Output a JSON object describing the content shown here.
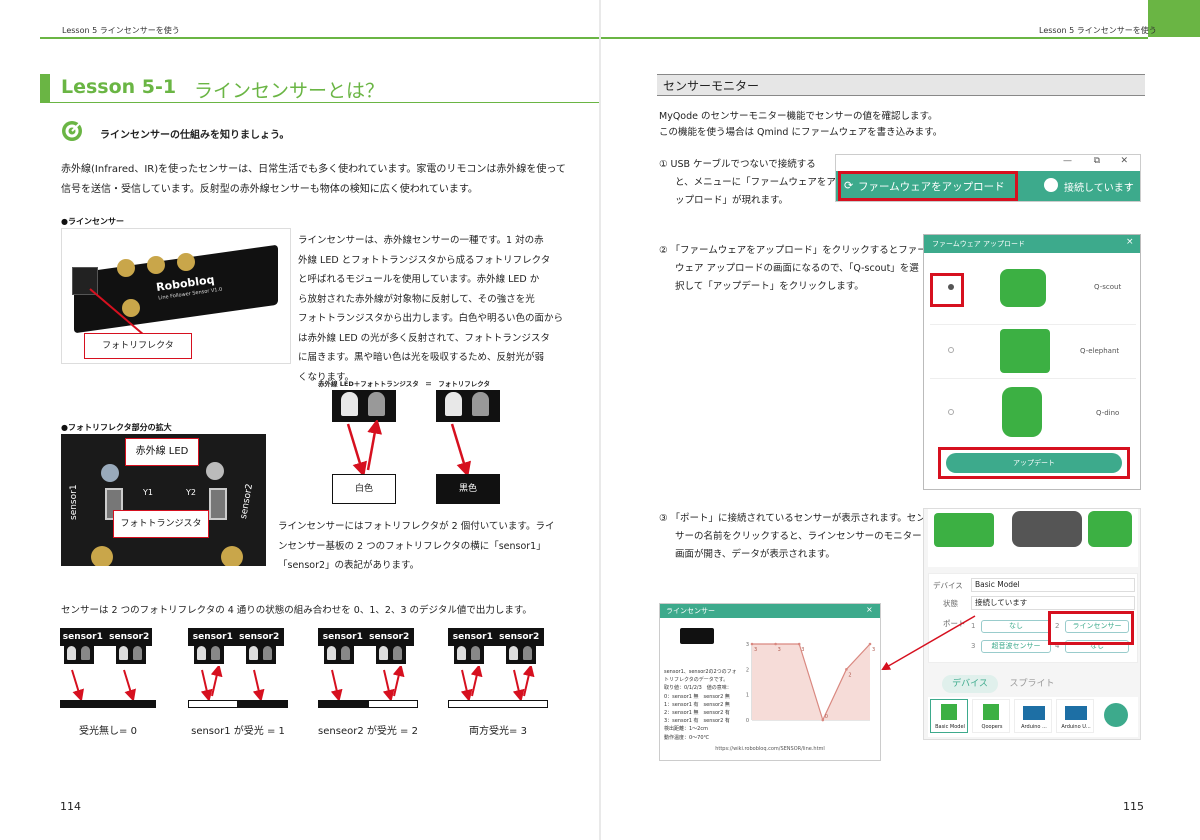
{
  "left": {
    "header": "Lesson 5 ラインセンサーを使う",
    "lesson_no": "Lesson 5-1",
    "lesson_title": "ラインセンサーとは？",
    "goal": "ラインセンサーの仕組みを知りましょう。",
    "intro_l1": "赤外線(Infrared、IR)を使ったセンサーは、日常生活でも多く使われています。家電のリモコンは赤外線を使って",
    "intro_l2": "信号を送信・受信しています。反射型の赤外線センサーも物体の検知に広く使われています。",
    "cap_sensor": "●ラインセンサー",
    "board_brand": "Robobloq",
    "board_sub": "Line Follower Sensor V1.0",
    "callout_photo": "フォトリフレクタ",
    "desc": [
      "ラインセンサーは、赤外線センサーの一種です。1 対の赤",
      "外線 LED とフォトトランジスタから成るフォトリフレクタ",
      "と呼ばれるモジュールを使用しています。赤外線 LED か",
      "ら放射された赤外線が対象物に反射して、その強さを光",
      "フォトトランジスタから出力します。白色や明るい色の面から",
      "は赤外線 LED の光が多く反射されて、フォトトランジスタ",
      "に届きます。黒や暗い色は光を吸収するため、反射光が弱",
      "くなります。"
    ],
    "diagram_title": "赤外線 LED＋フォトトランジスタ　＝　フォトリフレクタ",
    "white_label": "白色",
    "black_label": "黒色",
    "cap_zoom": "●フォトリフレクタ部分の拡大",
    "callout_led": "赤外線 LED",
    "callout_pt": "フォトトランジスタ",
    "zoom_s1": "sensor1",
    "zoom_s2": "sensor2",
    "zoom_y1": "Y1",
    "zoom_y2": "Y2",
    "desc2": [
      "ラインセンサーにはフォトリフレクタが 2 個付いています。ライ",
      "ンセンサー基板の 2 つのフォトリフレクタの横に「sensor1」",
      "「sensor2」の表記があります。"
    ],
    "states_intro": "センサーは 2 つのフォトリフレクタの 4 通りの状態の組み合わせを 0、1、2、3 のデジタル値で出力します。",
    "sensor1_label": "sensor1",
    "sensor2_label": "sensor2",
    "state_labels": [
      "受光無し= 0",
      "sensor1 が受光 = 1",
      "senseor2 が受光 = 2",
      "両方受光= 3"
    ],
    "page_number": "114"
  },
  "right": {
    "header": "Lesson 5 ラインセンサーを使う",
    "section_title": "センサーモニター",
    "intro_l1": "MyQode のセンサーモニター機能でセンサーの値を確認します。",
    "intro_l2": "この機能を使う場合は Qmind にファームウェアを書き込みます。",
    "step1": [
      "① USB ケーブルでつないで接続する",
      "と、メニューに「ファームウェアをア",
      "ップロード」が現れます。"
    ],
    "upload_btn": "ファームウェアをアップロード",
    "connected": "接続しています",
    "win_min": "—",
    "win_max": "⧉",
    "win_close": "✕",
    "step2": [
      "② 「ファームウェアをアップロード」をクリックするとファーム",
      "ウェア アップロードの画面になるので、「Q-scout」を選",
      "択して「アップデート」をクリックします。"
    ],
    "fw_title": "ファームウェア アップロード",
    "fw_close": "×",
    "fw_models": [
      "Q-scout",
      "Q-elephant",
      "Q-dino"
    ],
    "fw_update": "アップデート",
    "step3": [
      "③ 「ポート」に接続されているセンサーが表示されます。セン",
      "サーの名前をクリックすると、ラインセンサーのモニター",
      "画面が開き、データが表示されます。"
    ],
    "device_label": "デバイス",
    "device_value": "Basic Model",
    "state_label": "状態",
    "state_value": "接続しています",
    "port_label": "ポート",
    "port_1_no": "1",
    "port_1_val": "なし",
    "port_2_no": "2",
    "port_2_val": "ラインセンサー",
    "port_3_no": "3",
    "port_3_val": "超音波センサー",
    "port_4_no": "4",
    "port_4_val": "なし",
    "tab_device": "デバイス",
    "tab_sprite": "スプライト",
    "devices": [
      "Basic Model",
      "Qoopers",
      "Arduino ...",
      "Arduino U..."
    ],
    "monitor_title": "ラインセンサー",
    "monitor_close": "×",
    "monitor_text": [
      "sensor1、sensor2の2つのフォ",
      "トリフレクタのデータです。",
      "取り値：0/1/2/3　値の意味：",
      "0：sensor1 無　sensor2 無",
      "1：sensor1 有　sensor2 無",
      "2：sensor1 無　sensor2 有",
      "3：sensor1 有　sensor2 有",
      "検出距離：1～2cm",
      "動作温度：0～70℃"
    ],
    "monitor_url": "https://wiki.robobloq.com/SENSOR/line.html",
    "page_number": "115"
  },
  "chart_data": {
    "type": "line",
    "x": [
      0,
      1,
      2,
      3,
      4,
      5
    ],
    "values": [
      3,
      3,
      3,
      0,
      2,
      3
    ],
    "ylim": [
      0,
      3
    ],
    "point_labels": [
      "3",
      "3",
      "3",
      "0",
      "2",
      "3"
    ],
    "ytick_labels": [
      "0",
      "1",
      "2",
      "3"
    ],
    "color": "#d98880"
  },
  "colors": {
    "accent": "#6ab544",
    "red": "#d6101f",
    "teal": "#3daa8c"
  }
}
